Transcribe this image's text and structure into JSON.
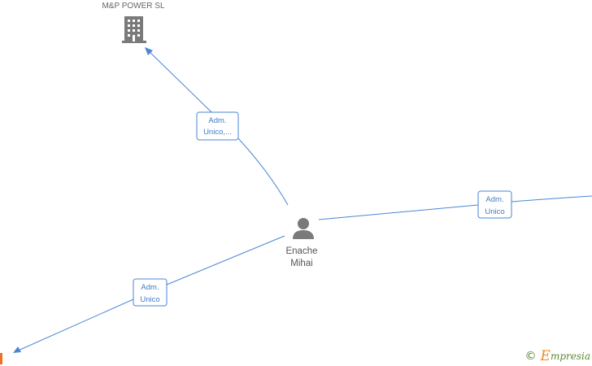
{
  "nodes": {
    "company": {
      "name": "M&P POWER  SL",
      "icon": "building-icon"
    },
    "person": {
      "name_line1": "Enache",
      "name_line2": "Mihai",
      "icon": "person-icon"
    }
  },
  "edges": [
    {
      "id": "to-company",
      "label_line1": "Adm.",
      "label_line2": "Unico,..."
    },
    {
      "id": "to-right",
      "label_line1": "Adm.",
      "label_line2": "Unico"
    },
    {
      "id": "to-bottom-left",
      "label_line1": "Adm.",
      "label_line2": "Unico"
    }
  ],
  "brand": {
    "copyright": "©",
    "initial": "E",
    "rest": "mpresia"
  },
  "colors": {
    "edge": "#4a86d4",
    "icon": "#7a7a7a",
    "brand_orange": "#f08a1c",
    "brand_green": "#5a8a2e"
  }
}
